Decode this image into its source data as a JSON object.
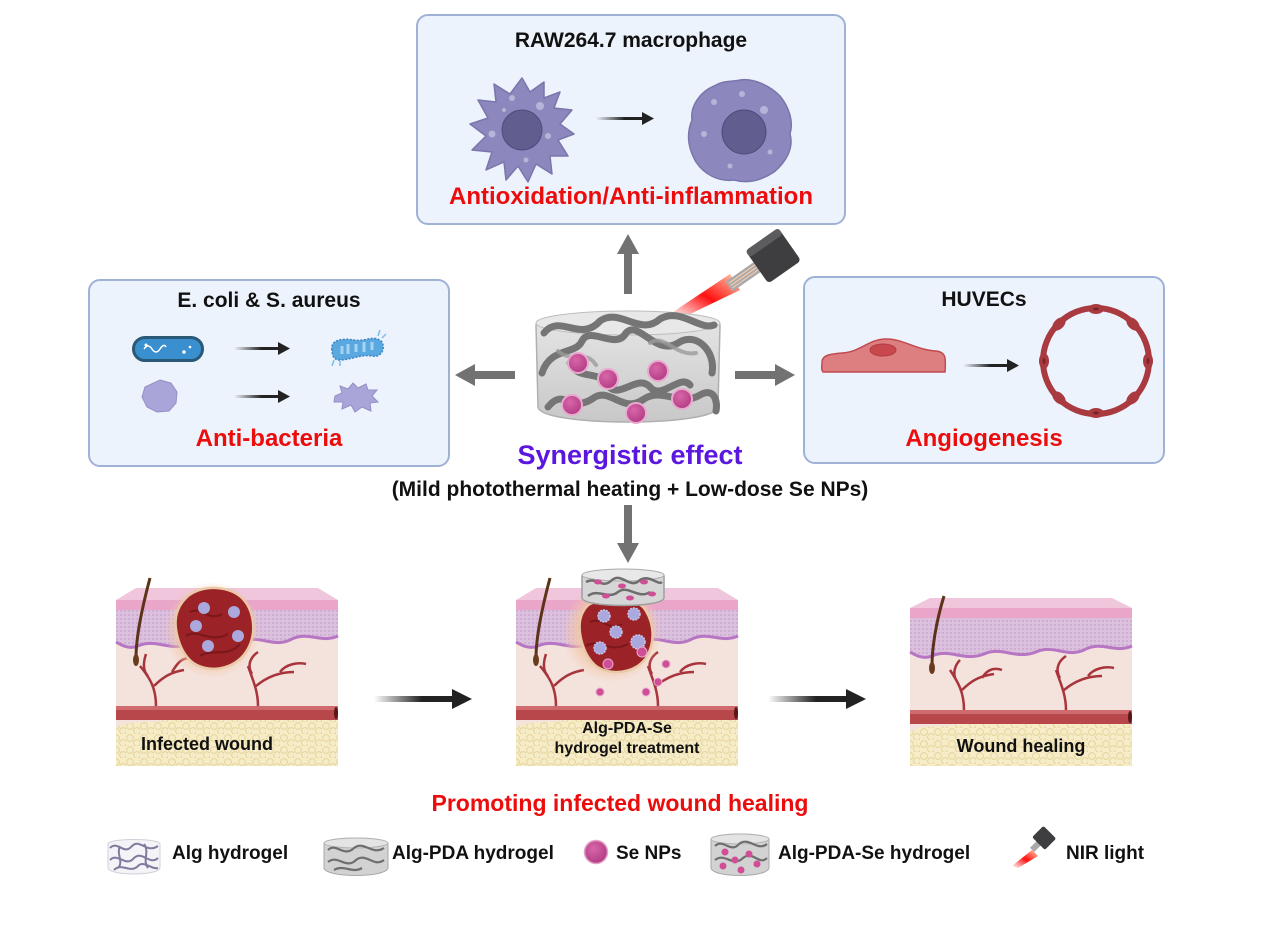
{
  "panels": {
    "macrophage": {
      "title": "RAW264.7 macrophage",
      "effect": "Antioxidation/Anti-inflammation"
    },
    "bacteria": {
      "title": "E. coli & S. aureus",
      "effect": "Anti-bacteria"
    },
    "huvec": {
      "title": "HUVECs",
      "effect": "Angiogenesis"
    }
  },
  "center": {
    "heading": "Synergistic effect",
    "subheading": "(Mild photothermal heating + Low-dose Se NPs)"
  },
  "wound_stages": [
    {
      "label": "Infected wound"
    },
    {
      "label_line1": "Alg-PDA-Se",
      "label_line2": "hydrogel treatment"
    },
    {
      "label": "Wound healing"
    }
  ],
  "conclusion": "Promoting infected wound healing",
  "legend": [
    {
      "icon": "alg-hydrogel-icon",
      "label": "Alg hydrogel"
    },
    {
      "icon": "alg-pda-hydrogel-icon",
      "label": "Alg-PDA hydrogel"
    },
    {
      "icon": "se-nps-icon",
      "label": "Se NPs"
    },
    {
      "icon": "alg-pda-se-hydrogel-icon",
      "label": "Alg-PDA-Se hydrogel"
    },
    {
      "icon": "nir-light-icon",
      "label": "NIR light"
    }
  ],
  "colors": {
    "effect_red": "#ec0c0c",
    "synergy_purple": "#5b17e0",
    "panel_bg": "#edf3fc",
    "panel_border": "#9fb2d6",
    "se_np_pink": "#c2448f",
    "macrophage_purple": "#8c88bd",
    "vessel_red": "#b03a3e"
  }
}
